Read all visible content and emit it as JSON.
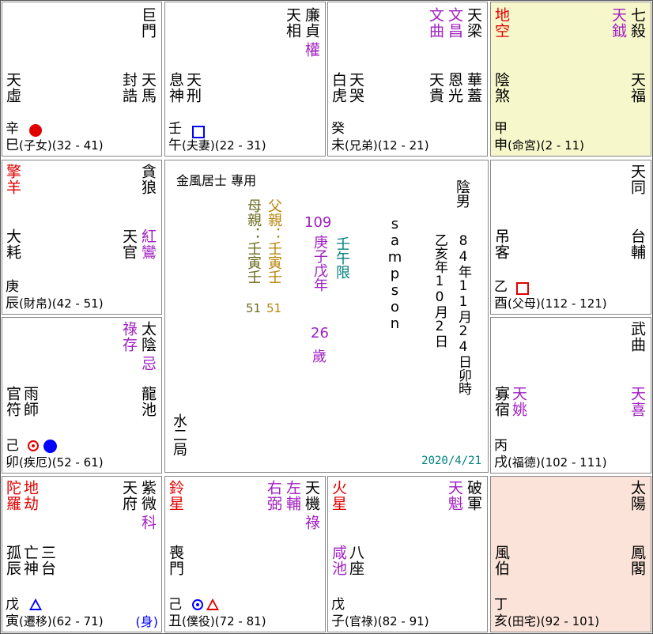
{
  "palaces": {
    "si": {
      "stem": "辛",
      "branch": "巳",
      "palace": "(子女)",
      "range": "(32 - 41)",
      "stars_major": [
        "巨",
        "門"
      ],
      "stars_right1": "封誥",
      "stars_right2": "天馬",
      "stars_left": "天虛"
    },
    "wu": {
      "stem": "壬",
      "branch": "午",
      "palace": "(夫妻)",
      "range": "(22 - 31)",
      "star_a": "天相",
      "star_b": "廉貞",
      "hua": "權",
      "minor1": "息神",
      "minor2": "天刑"
    },
    "wei": {
      "stem": "癸",
      "branch": "未",
      "palace": "(兄弟)",
      "range": "(12 - 21)",
      "s1": "文曲",
      "s2": "文昌",
      "s3": "天梁",
      "minor1": "白虎",
      "minor2": "天哭",
      "minor3": "天貴",
      "minor4": "恩光",
      "minor5": "華蓋"
    },
    "shen": {
      "stem": "甲",
      "branch": "申",
      "palace": "(命宮)",
      "range": "(2 - 11)",
      "red1": "地空",
      "s1": "天鉞",
      "s2": "七殺",
      "minor1": "陰煞",
      "minor2": "天福"
    },
    "chen": {
      "stem": "庚",
      "branch": "辰",
      "palace": "(財帛)",
      "range": "(42 - 51)",
      "red1": "擎羊",
      "major": "貪狼",
      "minor1": "大耗",
      "s1": "天官",
      "s2": "紅鸞"
    },
    "you": {
      "stem": "乙",
      "branch": "酉",
      "palace": "(父母)",
      "range": "(112 - 121)",
      "major": "天同",
      "minor1": "吊客",
      "minor2": "台輔"
    },
    "mao": {
      "stem": "己",
      "branch": "卯",
      "palace": "(疾厄)",
      "range": "(52 - 61)",
      "s1": "祿存",
      "major": "太陰",
      "hua": "忌",
      "minor1": "官符",
      "minor2": "雨師",
      "minor3": "龍池"
    },
    "xu": {
      "stem": "丙",
      "branch": "戌",
      "palace": "(福德)",
      "range": "(102 - 111)",
      "major": "武曲",
      "minor1": "寡宿",
      "s1": "天姚",
      "s2": "天喜"
    },
    "yin": {
      "stem": "戊",
      "branch": "寅",
      "palace": "(遷移)",
      "range": "(62 - 71)",
      "body": "(身)",
      "red1": "陀羅",
      "red2": "地劫",
      "major_a": "天府",
      "major_b": "紫微",
      "hua": "科",
      "minor1": "孤辰",
      "minor2": "亡神",
      "minor3": "三台"
    },
    "chou": {
      "stem": "己",
      "branch": "丑",
      "palace": "(僕役)",
      "range": "(72 - 81)",
      "red1": "鈴星",
      "s1": "右弼",
      "s2": "左輔",
      "major": "天機",
      "hua": "祿",
      "minor1": "喪門"
    },
    "zi": {
      "stem": "戊",
      "branch": "子",
      "palace": "(官祿)",
      "range": "(82 - 91)",
      "red1": "火星",
      "minor1": "咸池",
      "minor2": "八座",
      "s1": "天魁",
      "major": "破軍"
    },
    "hai": {
      "stem": "丁",
      "branch": "亥",
      "palace": "(田宅)",
      "range": "(92 - 101)",
      "major": "太陽",
      "minor1": "風伯",
      "minor2": "鳳閣"
    }
  },
  "center": {
    "author": "金風居士 專用",
    "mother": "母親：壬寅壬",
    "mother_age": "51",
    "father": "父親：壬寅壬",
    "father_age": "51",
    "num": "109",
    "year": "庚子戊年",
    "limit": "壬午限",
    "name": "sampson",
    "gender": "陰男",
    "lunar": "乙亥年10月2日",
    "solar": "84年11月24日卯時",
    "age": "26",
    "age_unit": "歲",
    "ju": "水二局",
    "date": "2020/4/21"
  },
  "colors": {
    "red": "#e10000",
    "blue": "#0000ff",
    "purple": "#a020c0",
    "ming_bg": "#f7f7cc",
    "tianzhai_bg": "#fbe3d9"
  }
}
